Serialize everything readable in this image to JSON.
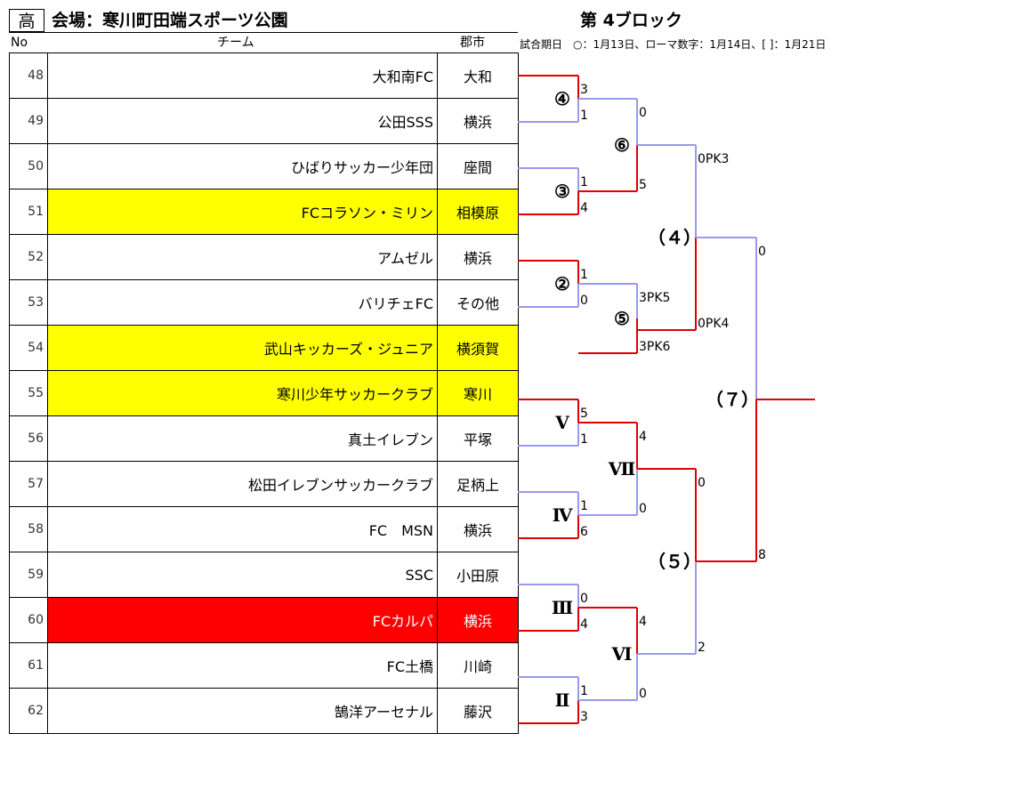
{
  "header": {
    "division": "高",
    "venue": "会場：寒川町田端スポーツ公園",
    "block": "第 4ブロック",
    "schedule": "試合期日　○：1月13日、ローマ数字：1月14日、[ ]：1月21日",
    "col_no": "No",
    "col_team": "チーム",
    "col_city": "郡市"
  },
  "teams": [
    {
      "no": "48",
      "name": "大和南FC",
      "city": "大和",
      "highlight": ""
    },
    {
      "no": "49",
      "name": "公田SSS",
      "city": "横浜",
      "highlight": ""
    },
    {
      "no": "50",
      "name": "ひばりサッカー少年団",
      "city": "座間",
      "highlight": ""
    },
    {
      "no": "51",
      "name": "FCコラソン・ミリン",
      "city": "相模原",
      "highlight": "yellow"
    },
    {
      "no": "52",
      "name": "アムゼル",
      "city": "横浜",
      "highlight": ""
    },
    {
      "no": "53",
      "name": "バリチェFC",
      "city": "その他",
      "highlight": ""
    },
    {
      "no": "54",
      "name": "武山キッカーズ・ジュニア",
      "city": "横須賀",
      "highlight": "yellow"
    },
    {
      "no": "55",
      "name": "寒川少年サッカークラブ",
      "city": "寒川",
      "highlight": "yellow"
    },
    {
      "no": "56",
      "name": "真土イレブン",
      "city": "平塚",
      "highlight": ""
    },
    {
      "no": "57",
      "name": "松田イレブンサッカークラブ",
      "city": "足柄上",
      "highlight": ""
    },
    {
      "no": "58",
      "name": "FC　MSN",
      "city": "横浜",
      "highlight": ""
    },
    {
      "no": "59",
      "name": "SSC",
      "city": "小田原",
      "highlight": ""
    },
    {
      "no": "60",
      "name": "FCカルパ",
      "city": "横浜",
      "highlight": "red"
    },
    {
      "no": "61",
      "name": "FC土橋",
      "city": "川崎",
      "highlight": ""
    },
    {
      "no": "62",
      "name": "鵠洋アーセナル",
      "city": "藤沢",
      "highlight": ""
    }
  ],
  "bracket": {
    "colors": {
      "win": "#e00000",
      "lose": "#9999ee"
    },
    "matches": [
      {
        "label": "④",
        "score_top": "3",
        "score_bottom": "1"
      },
      {
        "label": "③",
        "score_top": "1",
        "score_bottom": "4"
      },
      {
        "label": "②",
        "score_top": "1",
        "score_bottom": "0"
      },
      {
        "label": "V",
        "score_top": "5",
        "score_bottom": "1"
      },
      {
        "label": "Ⅳ",
        "score_top": "1",
        "score_bottom": "6"
      },
      {
        "label": "Ⅲ",
        "score_top": "0",
        "score_bottom": "4"
      },
      {
        "label": "Ⅱ",
        "score_top": "1",
        "score_bottom": "3"
      },
      {
        "label": "⑥",
        "score_top": "0",
        "score_bottom": "5"
      },
      {
        "label": "⑤",
        "score_top": "3PK5",
        "score_bottom": "3PK6"
      },
      {
        "label": "Ⅶ",
        "score_top": "4",
        "score_bottom": "0"
      },
      {
        "label": "Ⅵ",
        "score_top": "4",
        "score_bottom": "0"
      },
      {
        "label": "（４）",
        "score_top": "0PK3",
        "score_bottom": "0PK4"
      },
      {
        "label": "（５）",
        "score_top": "0",
        "score_bottom": "2"
      },
      {
        "label": "（７）",
        "score_top": "0",
        "score_bottom": "8"
      }
    ]
  }
}
